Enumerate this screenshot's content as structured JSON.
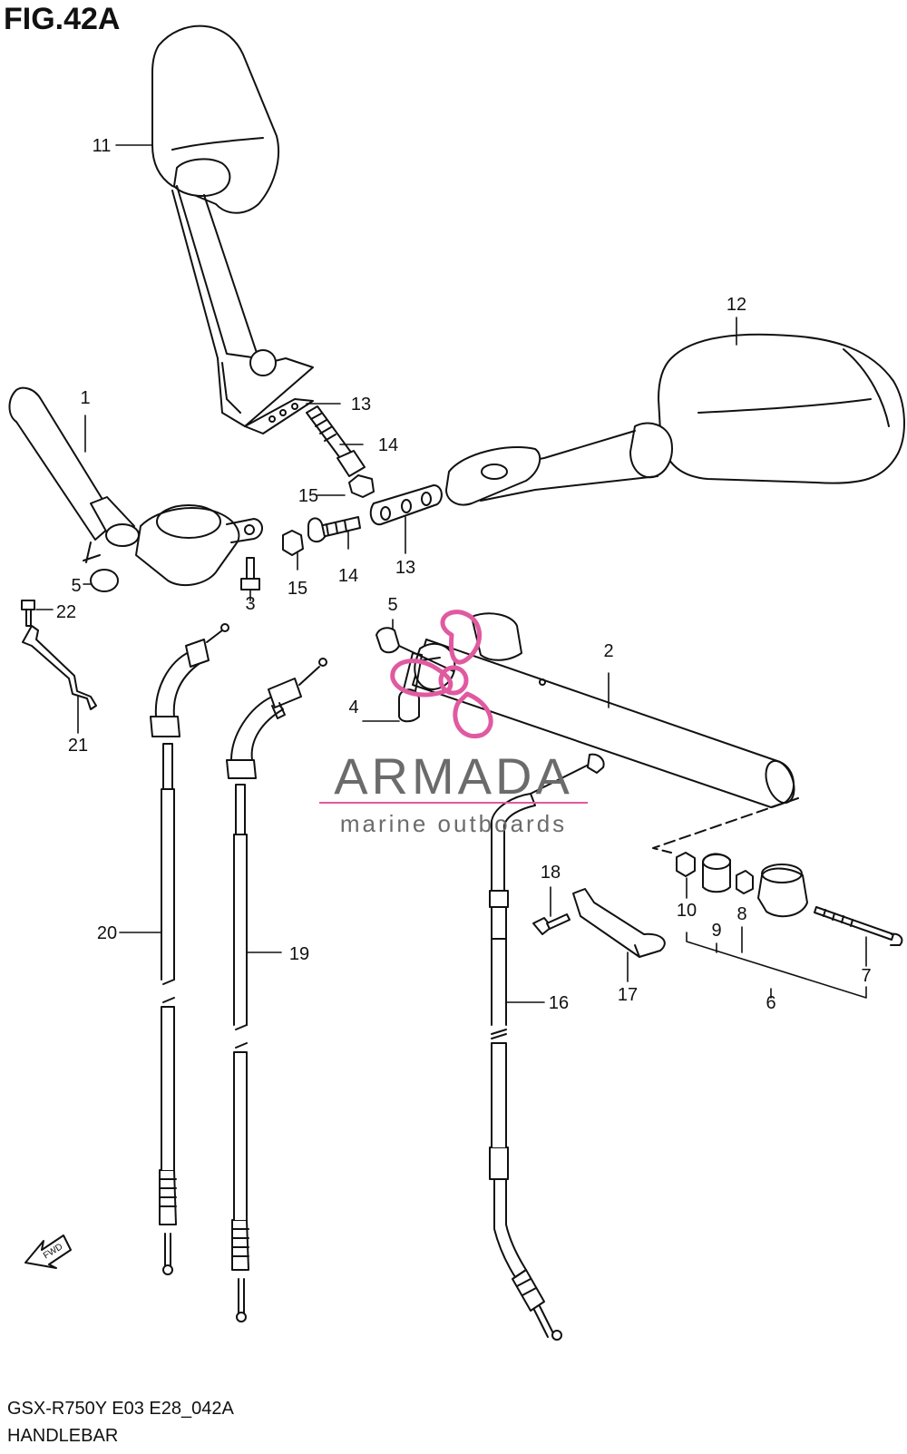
{
  "figure": {
    "title": "FIG.42A",
    "model_code": "GSX-R750Y E03 E28_042A",
    "section_name": "HANDLEBAR"
  },
  "callouts": [
    "1",
    "2",
    "3",
    "4",
    "5",
    "5",
    "6",
    "7",
    "8",
    "9",
    "10",
    "11",
    "12",
    "13",
    "13",
    "14",
    "14",
    "15",
    "15",
    "16",
    "17",
    "18",
    "19",
    "20",
    "21",
    "22"
  ],
  "fwd_label": "FWD",
  "watermark": {
    "brand": "ARMADA",
    "tagline": "marine outboards",
    "accent_color": "#e05aa0",
    "text_color": "#6b6b6b"
  },
  "colors": {
    "line": "#111111",
    "fill": "#ffffff"
  }
}
